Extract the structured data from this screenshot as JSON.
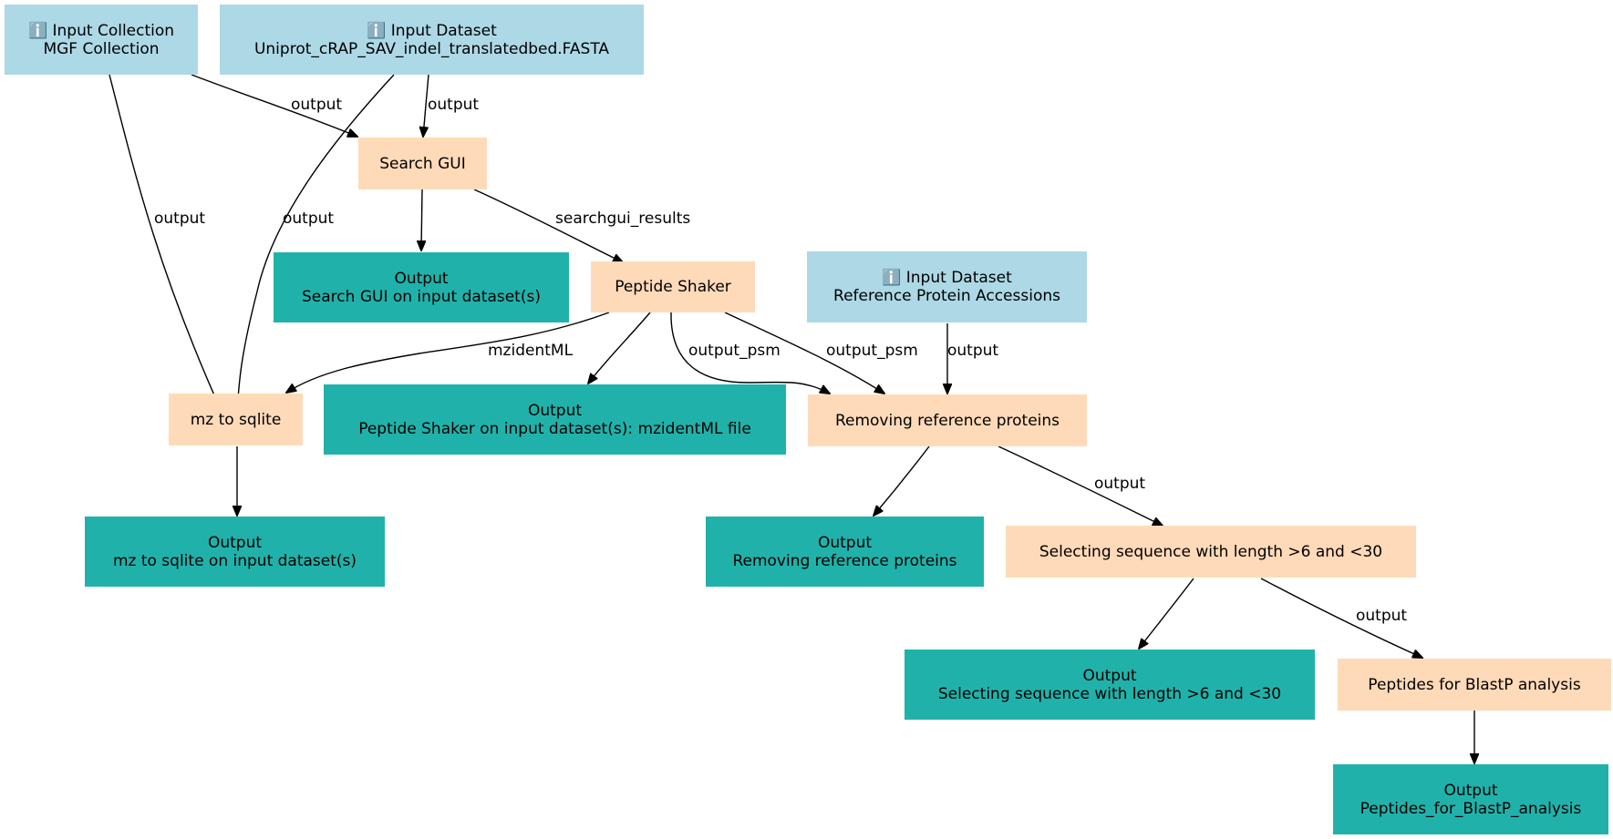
{
  "colors": {
    "input": "#add8e6",
    "tool": "#ffdab9",
    "output": "#20b2aa",
    "edge": "#000000"
  },
  "nodes": {
    "input_mgf": {
      "line1": "ℹ️ Input Collection",
      "line2": "MGF Collection"
    },
    "input_fasta": {
      "line1": "ℹ️ Input Dataset",
      "line2": "Uniprot_cRAP_SAV_indel_translatedbed.FASTA"
    },
    "search_gui": {
      "label": "Search GUI"
    },
    "out_search_gui": {
      "line1": "Output",
      "line2": "Search GUI on input dataset(s)"
    },
    "peptide_shaker": {
      "label": "Peptide Shaker"
    },
    "input_ref": {
      "line1": "ℹ️ Input Dataset",
      "line2": "Reference Protein Accessions"
    },
    "mz_to_sqlite": {
      "label": "mz to sqlite"
    },
    "out_peptide_shaker": {
      "line1": "Output",
      "line2": "Peptide Shaker on input dataset(s): mzidentML file"
    },
    "removing_ref": {
      "label": "Removing reference proteins"
    },
    "out_mz_to_sqlite": {
      "line1": "Output",
      "line2": "mz to sqlite on input dataset(s)"
    },
    "out_removing_ref": {
      "line1": "Output",
      "line2": "Removing reference proteins"
    },
    "selecting_seq": {
      "label": "Selecting sequence with length >6 and <30"
    },
    "out_selecting_seq": {
      "line1": "Output",
      "line2": "Selecting sequence with length >6 and <30"
    },
    "peptides_blastp": {
      "label": "Peptides for BlastP analysis"
    },
    "out_peptides_blastp": {
      "line1": "Output",
      "line2": "Peptides_for_BlastP_analysis"
    }
  },
  "edge_labels": {
    "mgf_to_search": "output",
    "fasta_to_search": "output",
    "mgf_to_mz": "output",
    "fasta_to_mz": "output",
    "search_to_shaker": "searchgui_results",
    "shaker_to_mz": "mzidentML",
    "shaker_to_removing_1": "output_psm",
    "shaker_to_removing_2": "output_psm",
    "ref_to_removing": "output",
    "removing_to_selecting": "output",
    "selecting_to_blastp": "output"
  }
}
